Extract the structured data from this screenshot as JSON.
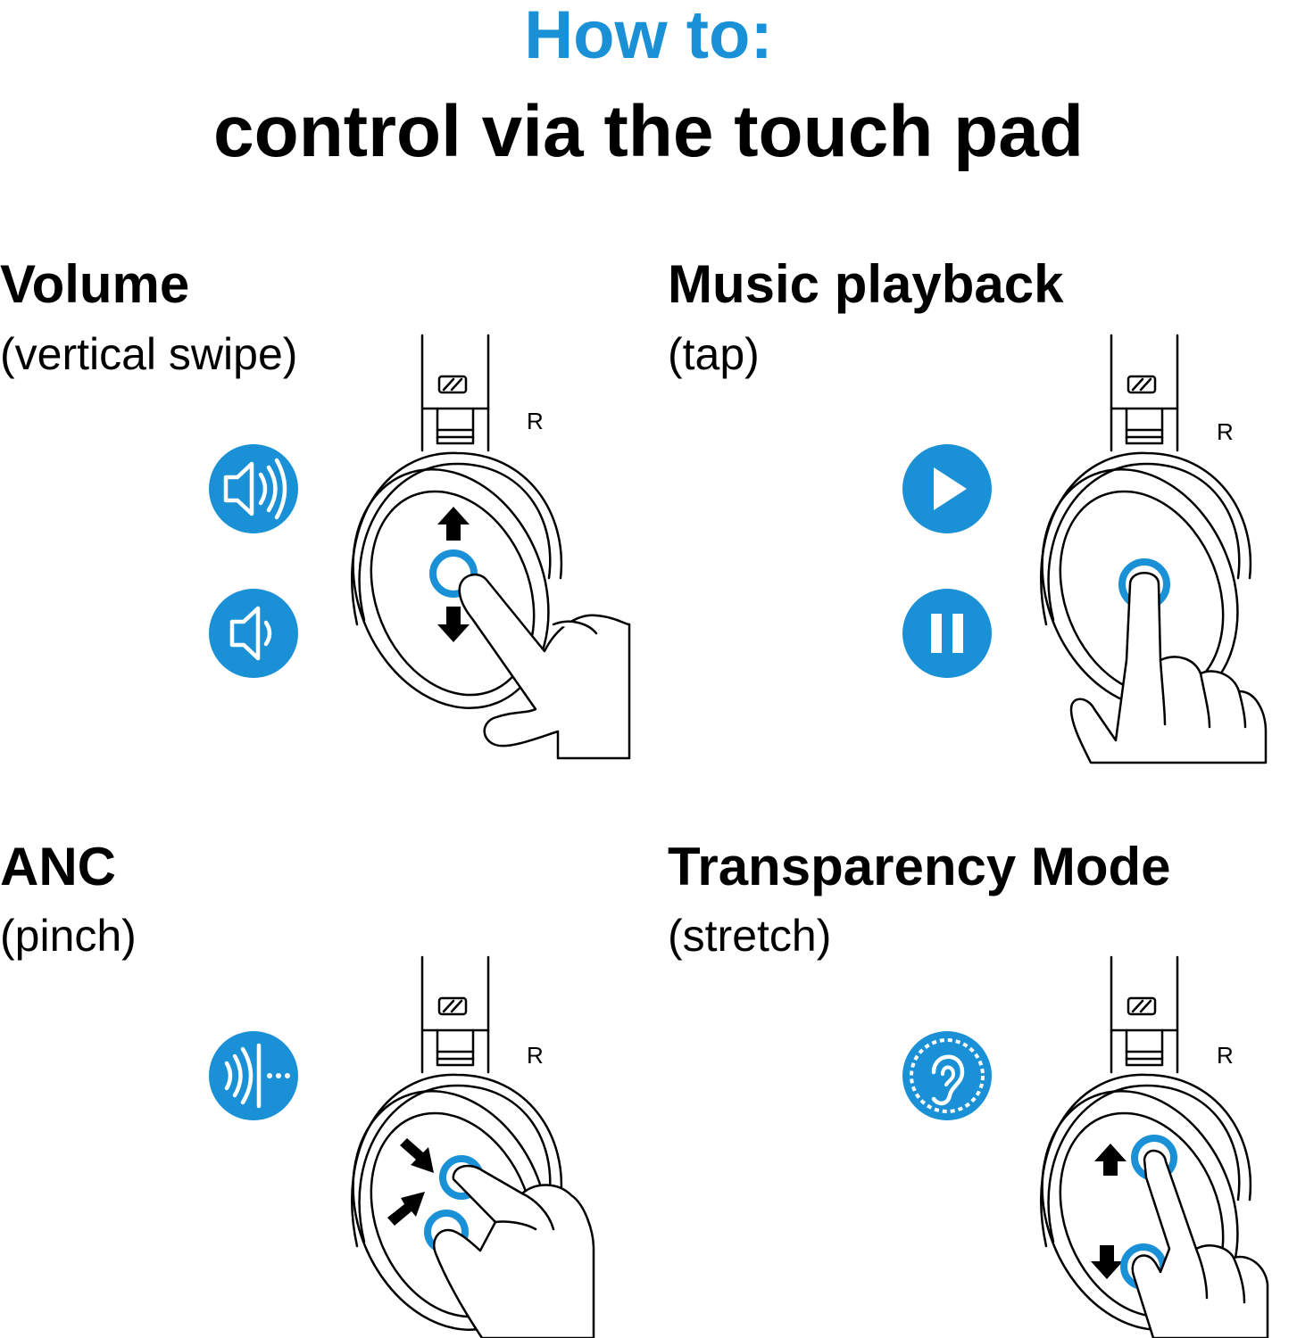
{
  "header": {
    "title_accent": "How to:",
    "title_main": "control via the touch pad"
  },
  "colors": {
    "accent": "#1a90d6",
    "ink": "#000000",
    "background": "#ffffff"
  },
  "sections": [
    {
      "id": "volume",
      "title": "Volume",
      "subtitle": "(vertical swipe)",
      "side_label": "R",
      "icons": [
        "volume-up-icon",
        "volume-down-icon"
      ]
    },
    {
      "id": "music",
      "title": "Music playback",
      "subtitle": "(tap)",
      "side_label": "R",
      "icons": [
        "play-icon",
        "pause-icon"
      ]
    },
    {
      "id": "anc",
      "title": "ANC",
      "subtitle": "(pinch)",
      "side_label": "R",
      "icons": [
        "anc-icon"
      ]
    },
    {
      "id": "transparency",
      "title": "Transparency Mode",
      "subtitle": "(stretch)",
      "side_label": "R",
      "icons": [
        "transparency-ear-icon"
      ]
    }
  ]
}
